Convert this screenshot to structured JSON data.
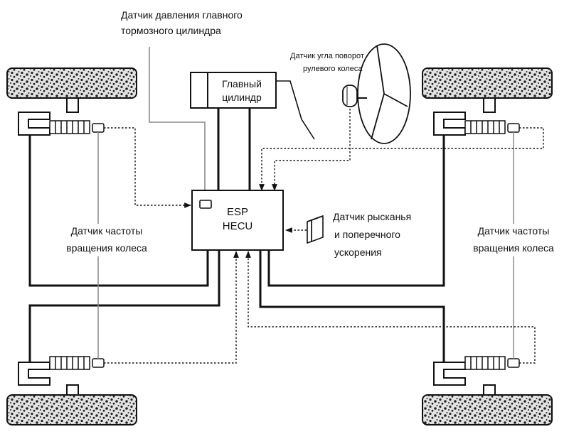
{
  "labels": {
    "master_pressure_sensor": [
      "Датчик давления главного",
      "тормозного цилиндра"
    ],
    "master_cylinder": [
      "Главный",
      "цилиндр"
    ],
    "steering_angle_sensor": [
      "Датчик угла поворот",
      "рулевого колеса"
    ],
    "ecu": [
      "ESP",
      "HECU"
    ],
    "yaw_sensor": [
      "Датчик рысканья",
      "и поперечного",
      "ускорения"
    ],
    "wheel_speed_left": [
      "Датчик частоты",
      "вращения колеса"
    ],
    "wheel_speed_right": [
      "Датчик частоты",
      "вращения колеса"
    ]
  },
  "colors": {
    "line": "#111111",
    "sensor_line": "#8a8a8a",
    "tire_fill": "#dcdcdc",
    "hub_fill": "#ffffff"
  }
}
